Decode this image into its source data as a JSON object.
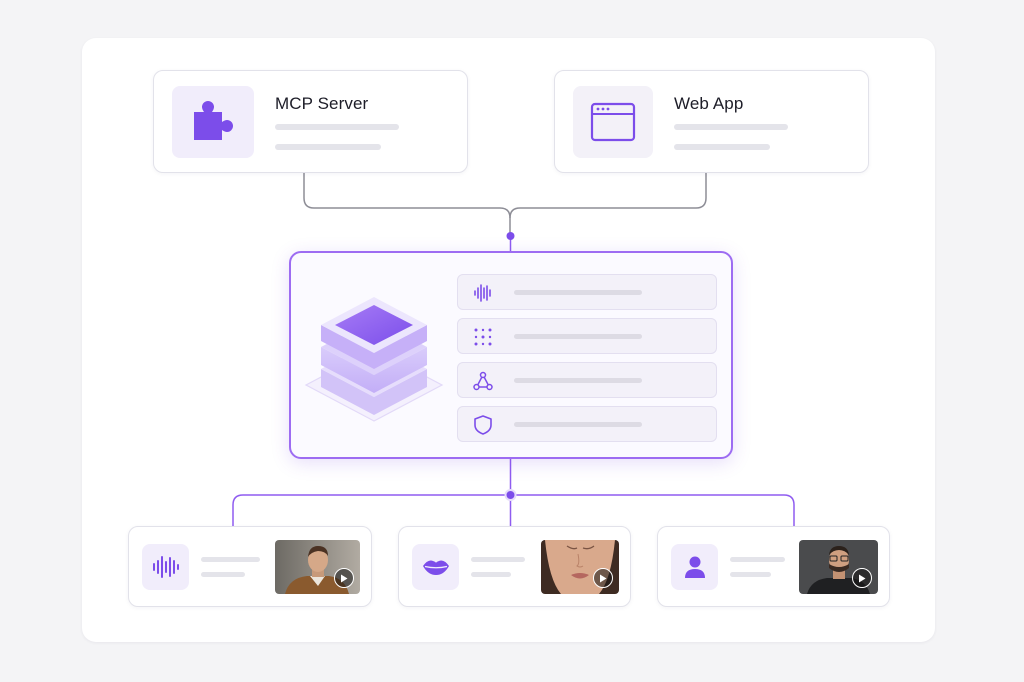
{
  "top_nodes": [
    {
      "title": "MCP Server",
      "icon": "puzzle-icon"
    },
    {
      "title": "Web App",
      "icon": "browser-window-icon"
    }
  ],
  "hub": {
    "icon": "layers-stack-icon",
    "capabilities": [
      {
        "icon": "waveform-icon"
      },
      {
        "icon": "dot-grid-icon"
      },
      {
        "icon": "graph-nodes-icon"
      },
      {
        "icon": "shield-icon"
      }
    ]
  },
  "bottom_nodes": [
    {
      "icon": "waveform-icon",
      "media": "video-thumbnail-man-brown-jacket"
    },
    {
      "icon": "lips-icon",
      "media": "video-thumbnail-woman-closeup"
    },
    {
      "icon": "person-icon",
      "media": "video-thumbnail-man-glasses"
    }
  ],
  "colors": {
    "accent": "#7c4dea",
    "accent_light": "#f1edfb",
    "connector_gray": "#8d8d96",
    "connector_purple": "#8f5cf0",
    "background": "#f4f4f6"
  }
}
